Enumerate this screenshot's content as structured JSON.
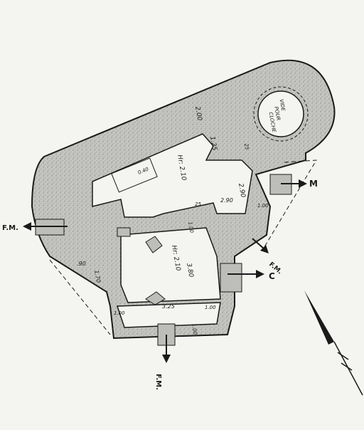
{
  "labels": {
    "vide_pour_cloche": [
      "VIDE",
      "POUR",
      "CLOCHE"
    ],
    "fm_left": "F.M.",
    "fm_right": "F.M.",
    "fm_bottom": "F.M.",
    "m": "M",
    "c": "C",
    "dim_200": "2.00",
    "dim_125": "1.25",
    "dim_25_top": "25",
    "dim_25_mid": "25",
    "dim_040": "0.40",
    "hp_210_top": "Hr: 2.10",
    "hp_210_mid": "Hr: 2.10",
    "dim_290_v": "2.90",
    "dim_290_h": "2.90",
    "dim_100_right": "1.00",
    "dim_100_mid": "1.00",
    "dim_380": "3.80",
    "dim_90": ".90",
    "dim_170": "1.70",
    "dim_100_bl": "1.00",
    "dim_325": "3.25",
    "dim_100_br": "1.00",
    "dim_100_bot": "1.00"
  },
  "colors": {
    "wall": "#bdbdb9",
    "paper": "#f4f4f1",
    "ink": "#1a1a1a"
  }
}
